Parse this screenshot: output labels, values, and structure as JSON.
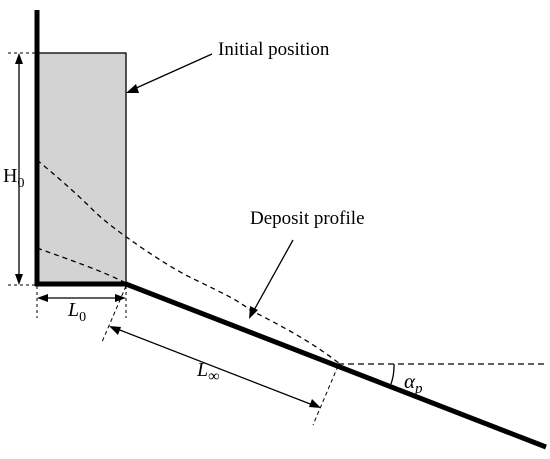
{
  "labels": {
    "initial_position": "Initial position",
    "deposit_profile": "Deposit profile",
    "height_symbol": "H",
    "height_subscript": "0",
    "length_symbol": "L",
    "length_subscript": "0",
    "runout_symbol": "L",
    "runout_subscript": "∞",
    "angle_symbol": "α",
    "angle_subscript": "p"
  },
  "colors": {
    "column_fill": "#d3d3d3",
    "line": "#000000"
  }
}
